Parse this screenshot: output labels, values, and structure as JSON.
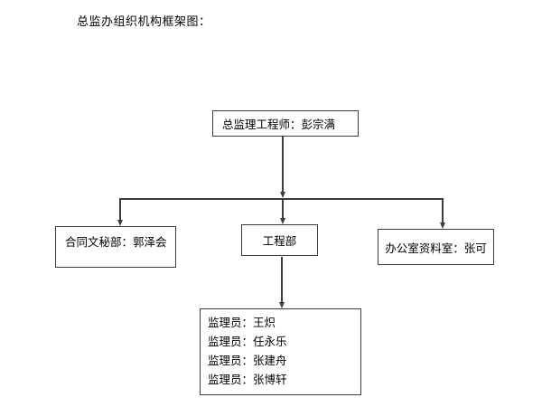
{
  "page": {
    "title": "总监办组织机构框架图："
  },
  "org_chart": {
    "root": {
      "label": "总监理工程师：彭宗满"
    },
    "departments": [
      {
        "label": "合同文秘部：郭泽会"
      },
      {
        "label": "工程部"
      },
      {
        "label": "办公室资料室：张可"
      }
    ],
    "supervisors": [
      "监理员：王炽",
      "监理员：任永乐",
      "监理员：张建舟",
      "监理员：张博轩"
    ]
  },
  "colors": {
    "background": "#ffffff",
    "line": "#3c3c3c",
    "text": "#000000"
  }
}
